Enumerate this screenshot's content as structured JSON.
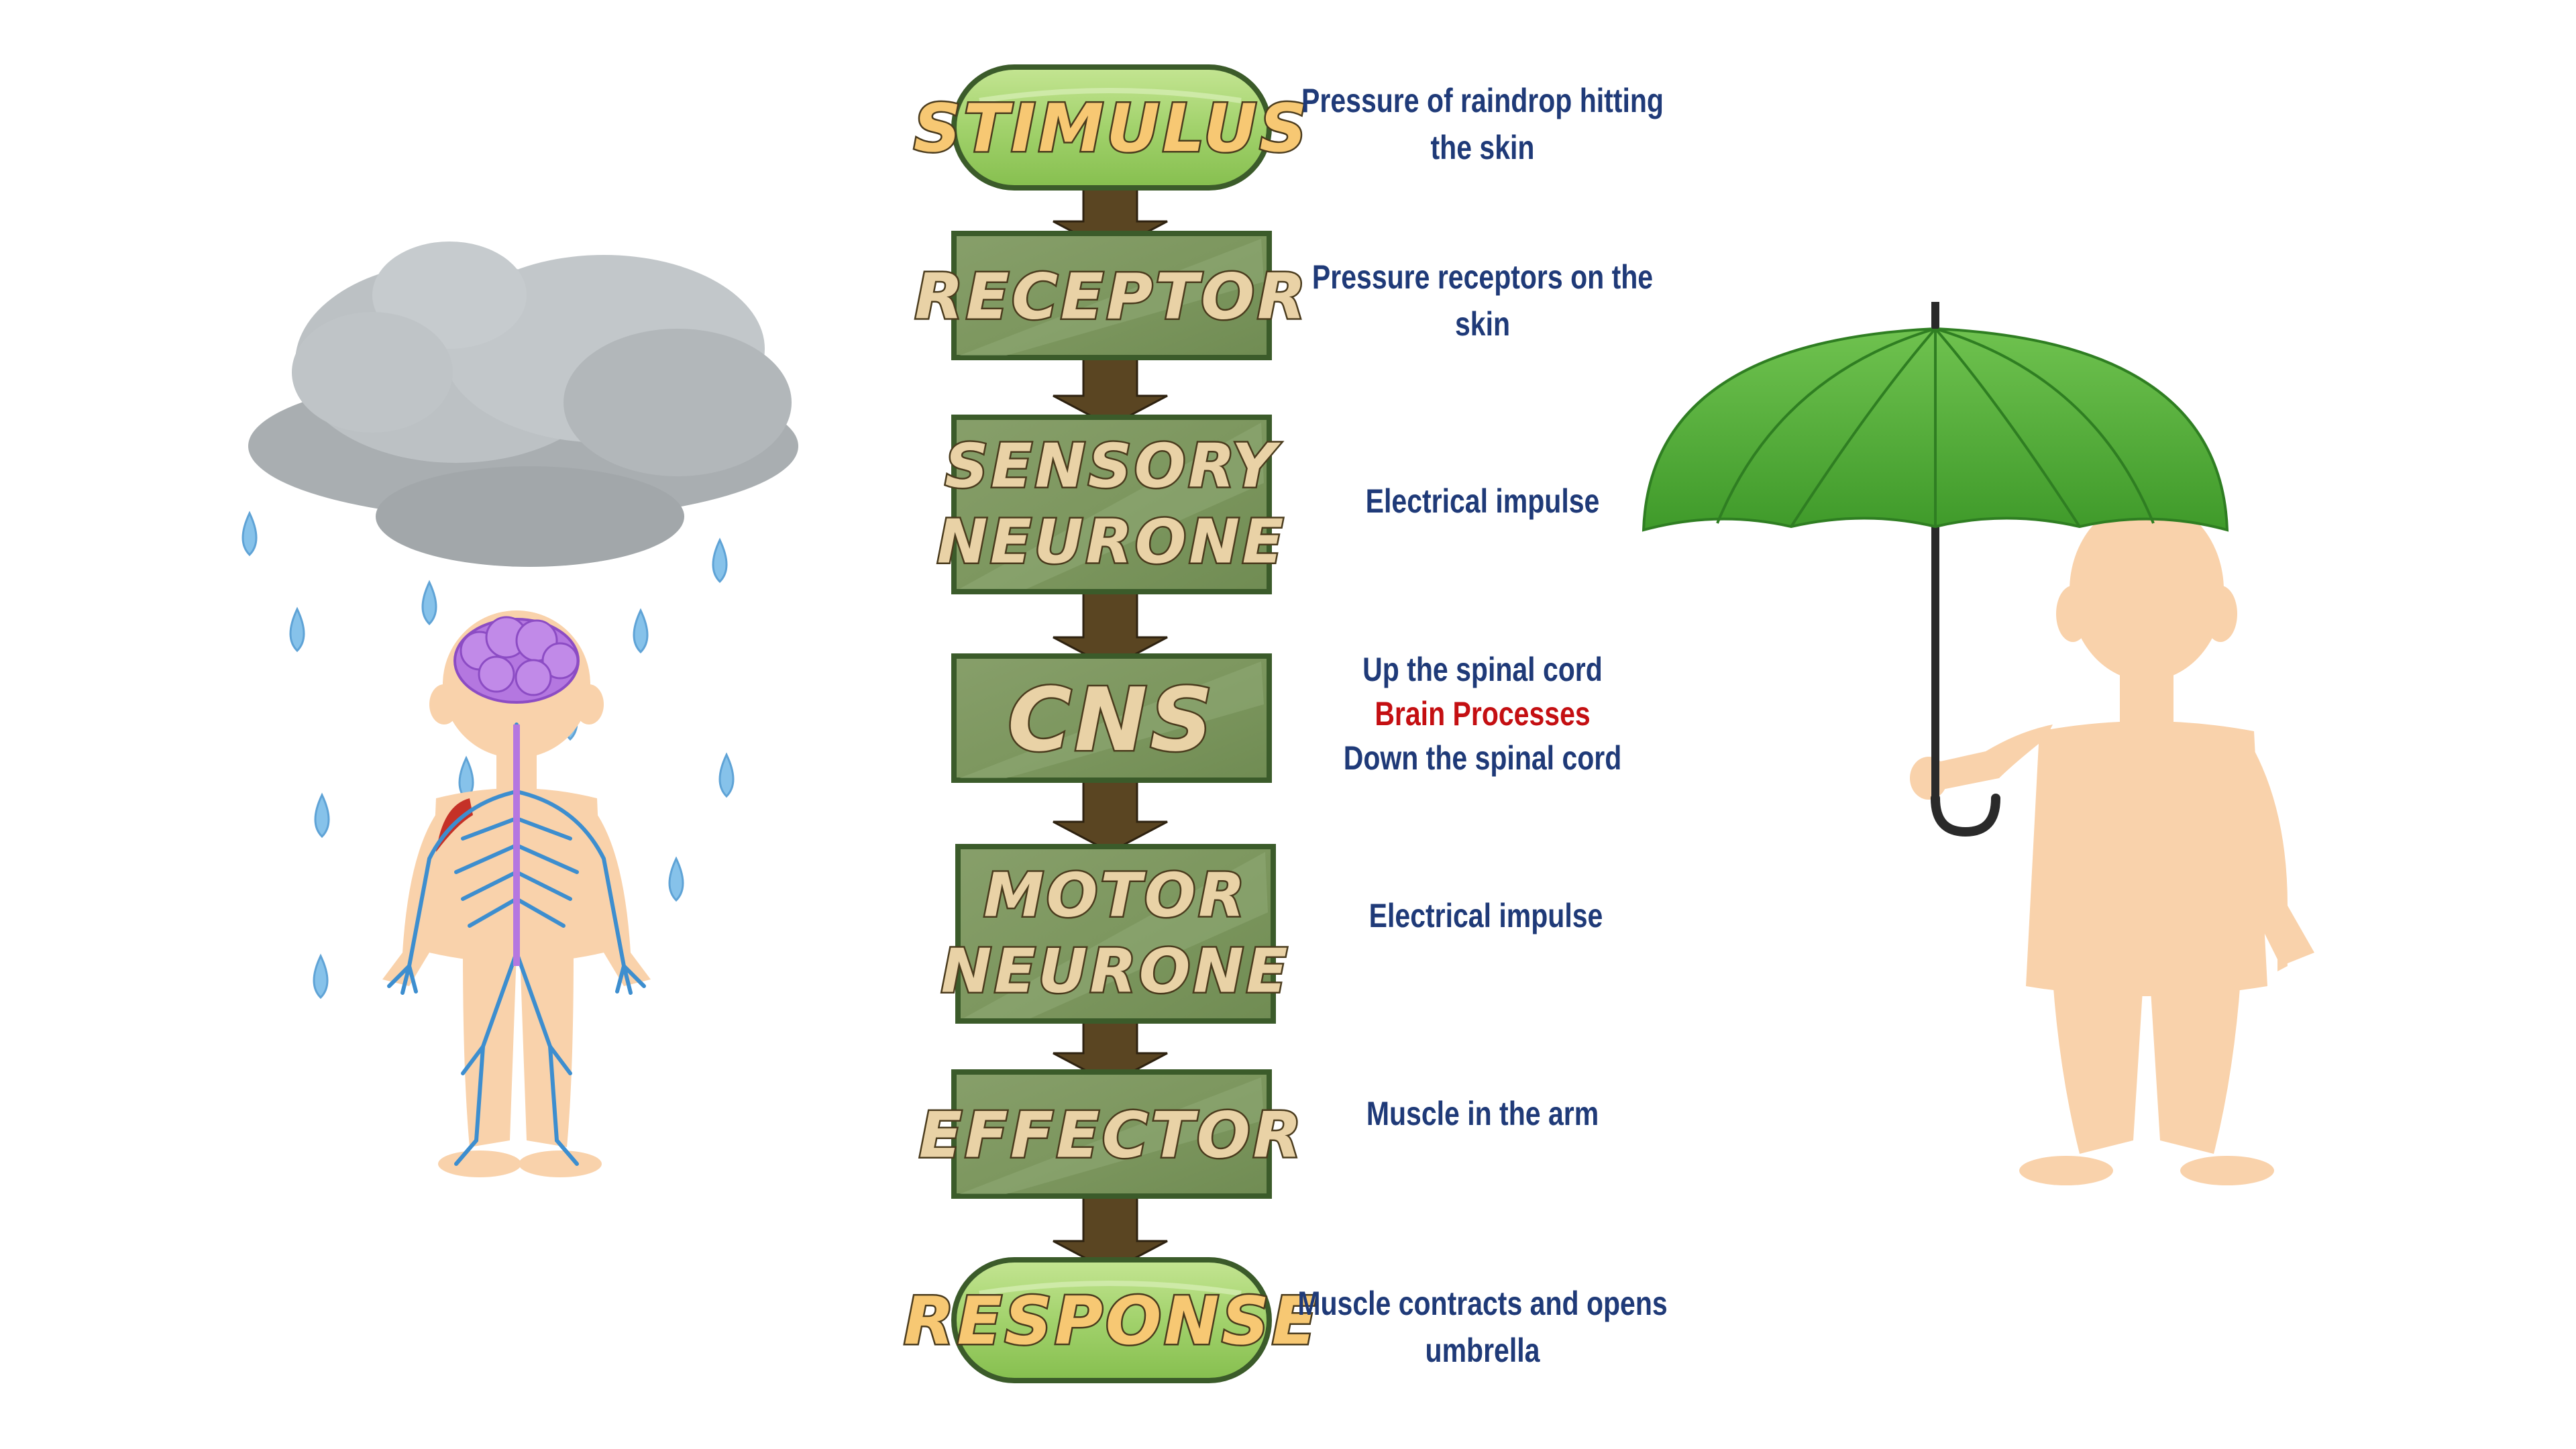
{
  "flow": {
    "stimulus": "STIMULUS",
    "receptor": "RECEPTOR",
    "sensory_1": "SENSORY",
    "sensory_2": "NEURONE",
    "cns": "CNS",
    "motor_1": "MOTOR",
    "motor_2": "NEURONE",
    "effector": "EFFECTOR",
    "response": "RESPONSE"
  },
  "descriptions": {
    "stimulus_1": "Pressure of raindrop hitting",
    "stimulus_2": "the skin",
    "receptor_1": "Pressure receptors on the",
    "receptor_2": "skin",
    "sensory": "Electrical impulse",
    "cns_1": "Up the spinal cord",
    "cns_2": "Brain Processes",
    "cns_3": "Down the spinal cord",
    "motor": "Electrical impulse",
    "effector": "Muscle in the arm",
    "response_1": "Muscle contracts and opens",
    "response_2": "umbrella"
  },
  "colors": {
    "pill_fill": "#9fd06a",
    "box_fill": "#7c9a5e",
    "border": "#3b5b2a",
    "arrow": "#5a4522",
    "text_blue": "#1f3a78",
    "text_red": "#c40f12",
    "umbrella": "#57ad3c",
    "skin": "#f9d2ab",
    "cloud": "#b7bcbf",
    "rain": "#7fbde6",
    "brain": "#b477e0",
    "nerves": "#3d8ecf"
  },
  "icons": [
    "rain-cloud-icon",
    "raindrop-icon",
    "brain-icon",
    "nervous-system-icon",
    "umbrella-icon",
    "person-icon"
  ]
}
